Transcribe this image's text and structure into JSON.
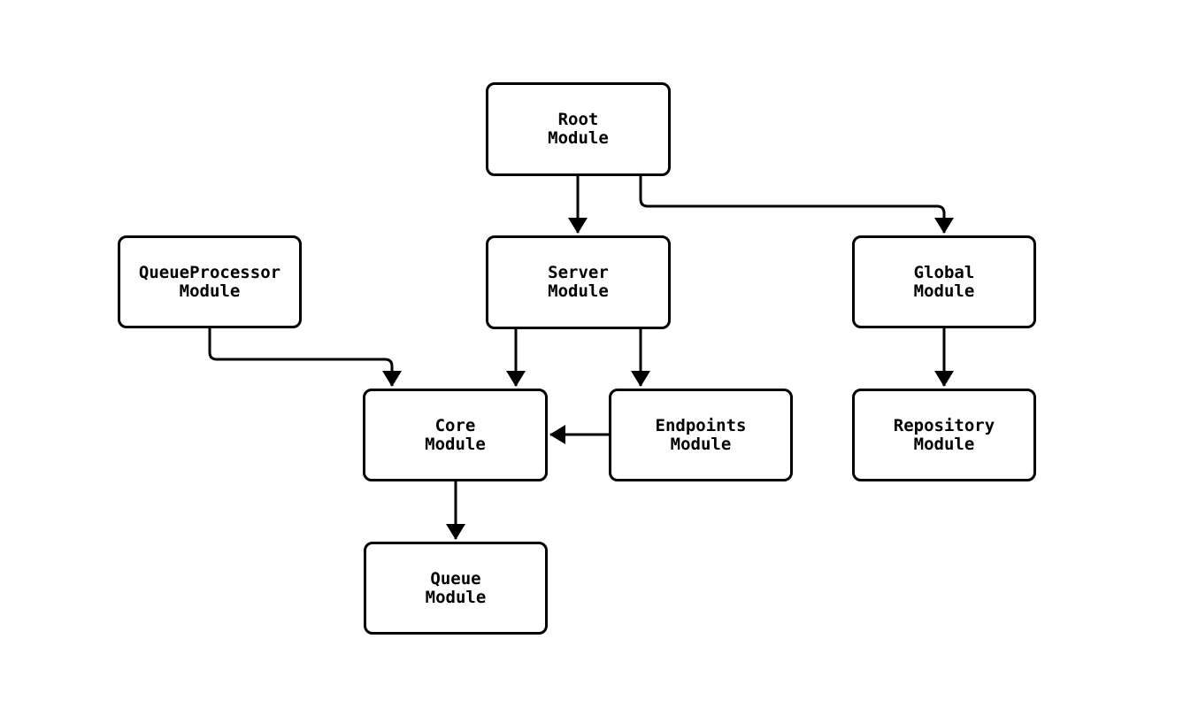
{
  "diagram": {
    "type": "flowchart",
    "direction": "top-down",
    "nodes": [
      {
        "id": "root",
        "label": "Root\nModule"
      },
      {
        "id": "queueprocessor",
        "label": "QueueProcessor\nModule"
      },
      {
        "id": "server",
        "label": "Server\nModule"
      },
      {
        "id": "global",
        "label": "Global\nModule"
      },
      {
        "id": "core",
        "label": "Core\nModule"
      },
      {
        "id": "endpoints",
        "label": "Endpoints\nModule"
      },
      {
        "id": "repository",
        "label": "Repository\nModule"
      },
      {
        "id": "queue",
        "label": "Queue\nModule"
      }
    ],
    "edges": [
      {
        "from": "Root Module",
        "to": "Server Module"
      },
      {
        "from": "Root Module",
        "to": "Global Module"
      },
      {
        "from": "QueueProcessor Module",
        "to": "Core Module"
      },
      {
        "from": "Server Module",
        "to": "Core Module"
      },
      {
        "from": "Server Module",
        "to": "Endpoints Module"
      },
      {
        "from": "Endpoints Module",
        "to": "Core Module"
      },
      {
        "from": "Global Module",
        "to": "Repository Module"
      },
      {
        "from": "Core Module",
        "to": "Queue Module"
      }
    ],
    "colors": {
      "background": "#ffffff",
      "node_fill": "#ffffff",
      "stroke": "#000000",
      "text": "#000000"
    }
  }
}
